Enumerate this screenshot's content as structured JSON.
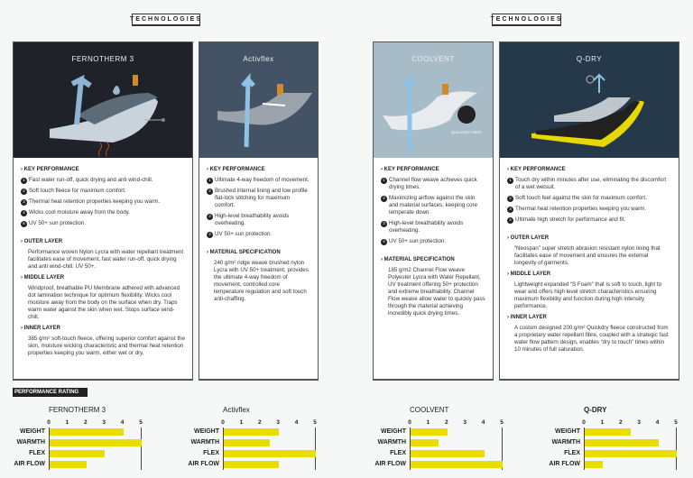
{
  "sections": {
    "left_title": "TECHNOLOGIES",
    "right_title": "TECHNOLOGIES"
  },
  "colors": {
    "fernotherm": "#1f2229",
    "activflex": "#435365",
    "coolvent": "#a7bcc6",
    "qdry": "#25394a",
    "bar": "#e8dc00"
  },
  "cards": [
    {
      "title": "FERNOTHERM 3",
      "kp_title": "KEY PERFORMANCE",
      "kp": [
        "Fast water run-off, quick drying and anti wind-chill.",
        "Soft touch fleece for maximum comfort.",
        "Thermal heat retention properties keeping you warm.",
        "Wicks cool moisture away from the body.",
        "UV 50+ sun protection."
      ],
      "sections": [
        {
          "title": "OUTER LAYER",
          "text": "Performance woven Nylon Lycra with water repellant treatment facilitates ease of movement, fast water run-off, quick drying and anti wind-chill. UV 50+."
        },
        {
          "title": "MIDDLE LAYER",
          "text": "Windproof, breathable PU Membrane adhered with advanced dot lamination technique for optimum flexibility. Wicks cool moisture away from the body on the surface when dry. Traps warm water against the skin when wet. Stops surface wind-chill."
        },
        {
          "title": "INNER LAYER",
          "text": "385 g/m² soft-touch fleece, offering superior comfort against the skin, moisture wicking characteristic and thermal heat retention properties keeping you warm, either wet or dry."
        }
      ]
    },
    {
      "title": "Activflex",
      "kp_title": "KEY PERFORMANCE",
      "kp": [
        "Ultimate 4-way freedom of movement.",
        "Brushed internal lining and low profile flat-lock stitching for maximum comfort.",
        "High-level breathability avoids overheating.",
        "UV 50+ sun protection."
      ],
      "sections": [
        {
          "title": "MATERIAL SPECIFICATION",
          "text": "240 g/m² ridge weave brushed nylon Lycra with UV 50+ treatment, provides the ultimate 4-way freedom of movement, controlled core temperature regulation and soft touch anti-chaffing."
        }
      ]
    },
    {
      "title": "COOLVENT",
      "badge": "QUICKDRY FIBRE",
      "kp_title": "KEY PERFORMANCE",
      "kp": [
        "Channel flow weave achieves quick drying times.",
        "Maximizing airflow against the skin and material surfaces, keeping core temperate down.",
        "High-level breathability avoids overheating.",
        "UV 50+ sun protection."
      ],
      "sections": [
        {
          "title": "MATERIAL SPECIFICATION",
          "text": "185 g/m2 Channel Flow weave Polyester Lycra with Water Repellant, UV treatment offering 50+ protection and extreme breathability. Channel Flow weave allow water to quickly pass through the material achieving incredibly quick drying times."
        }
      ]
    },
    {
      "title": "Q-DRY",
      "kp_title": "KEY PERFORMANCE",
      "kp": [
        "Touch dry within minutes after use, eliminating the discomfort of a wet wetsuit.",
        "Soft touch feel against the skin for maximum comfort.",
        "Thermal heat retention properties keeping you warm.",
        "Ultimate high stretch for performance and fit."
      ],
      "sections": [
        {
          "title": "OUTER LAYER",
          "text": "“Neospan” super stretch abrasion resistant nylon lining that facilitates ease of movement and ensures the external longevity of garments."
        },
        {
          "title": "MIDDLE LAYER",
          "text": "Lightweight expanded “S Foam” that is soft to touch, light to wear and offers high level stretch characteristics ensuring maximum flexibility and function during high intensity performance."
        },
        {
          "title": "INNER LAYER",
          "text": "A custom designed 200 g/m² Quickdry fleece constructed from a proprietary water repellant fibre, coupled with a strategic fast water flow pattern design, enables “dry to touch” times within 10 minutes of full saturation."
        }
      ]
    }
  ],
  "performance": {
    "title": "PERFORMANCE RATING"
  },
  "chart_data": [
    {
      "type": "bar",
      "title": "FERNOTHERM 3",
      "categories": [
        "WEIGHT",
        "WARMTH",
        "FLEX",
        "AIR FLOW"
      ],
      "values": [
        4,
        5,
        3,
        2
      ],
      "xlim": [
        0,
        5
      ],
      "ticks": [
        "0",
        "1",
        "2",
        "3",
        "4",
        "5"
      ]
    },
    {
      "type": "bar",
      "title": "Activflex",
      "categories": [
        "WEIGHT",
        "WARMTH",
        "FLEX",
        "AIR FLOW"
      ],
      "values": [
        3,
        2.5,
        5,
        3
      ],
      "xlim": [
        0,
        5
      ],
      "ticks": [
        "0",
        "1",
        "2",
        "3",
        "4",
        "5"
      ]
    },
    {
      "type": "bar",
      "title": "COOLVENT",
      "categories": [
        "WEIGHT",
        "WARMTH",
        "FLEX",
        "AIR FLOW"
      ],
      "values": [
        2,
        1.5,
        4,
        5
      ],
      "xlim": [
        0,
        5
      ],
      "ticks": [
        "0",
        "1",
        "2",
        "3",
        "4",
        "5"
      ]
    },
    {
      "type": "bar",
      "title": "Q-DRY",
      "categories": [
        "WEIGHT",
        "WARMTH",
        "FLEX",
        "AIR FLOW"
      ],
      "values": [
        2.5,
        4,
        5,
        1
      ],
      "xlim": [
        0,
        5
      ],
      "ticks": [
        "0",
        "1",
        "2",
        "3",
        "4",
        "5"
      ]
    }
  ]
}
